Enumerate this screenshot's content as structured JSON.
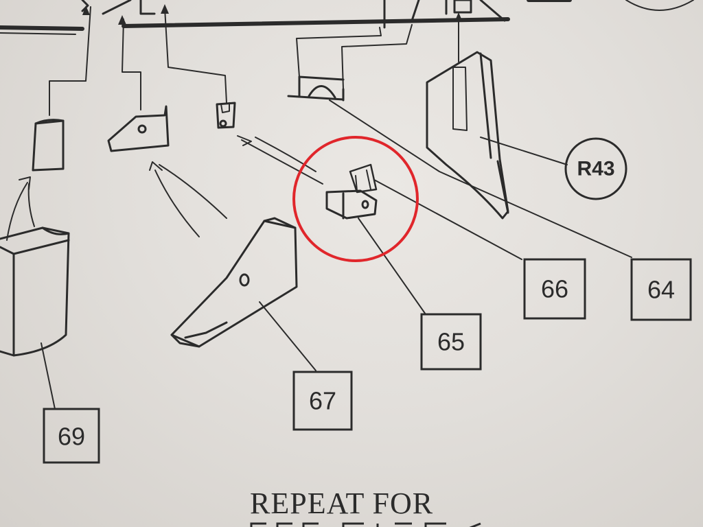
{
  "callouts": {
    "c64": "64",
    "c65": "65",
    "c66": "66",
    "c67": "67",
    "c69": "69",
    "r43": "R43"
  },
  "footer": {
    "text": "REPEAT FOR"
  },
  "highlight": {
    "target": "65",
    "color": "#e0262b"
  },
  "colors": {
    "ink": "#2b2b2b",
    "paper": "#e6e3df"
  }
}
